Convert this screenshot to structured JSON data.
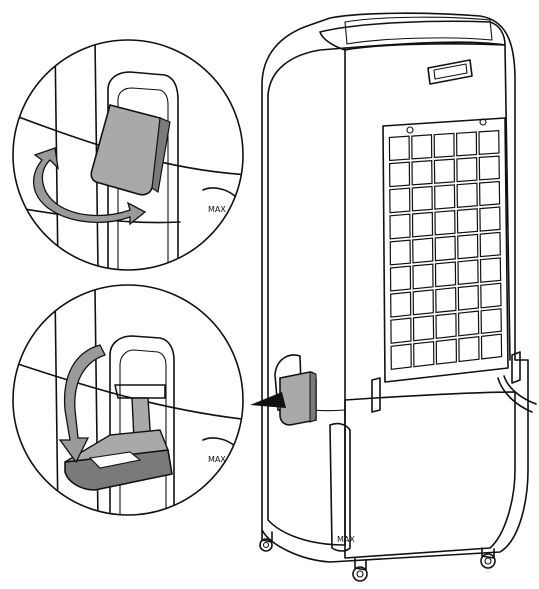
{
  "labels": {
    "max_top": "MAX",
    "max_bottom": "MAX",
    "max_body": "MAX"
  },
  "colors": {
    "line": "#111111",
    "knob_gray": "#a9a9a9",
    "knob_dark": "#7a7a7a",
    "arrow_gray": "#9a9a9a",
    "background": "#ffffff"
  },
  "grid": {
    "rows": 9,
    "cols": 5
  }
}
